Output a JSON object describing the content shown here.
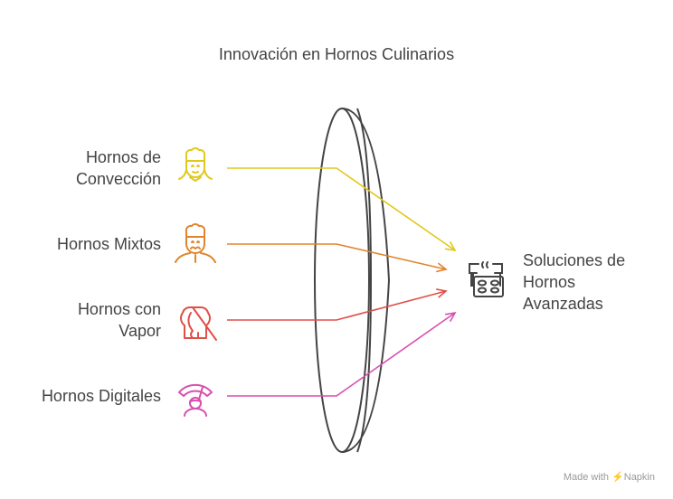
{
  "title": "Innovación en Hornos Culinarios",
  "inputs": [
    {
      "label_lines": [
        "Hornos de",
        "Convección"
      ],
      "color": "#e2c81c",
      "icon": "female-chef-icon"
    },
    {
      "label_lines": [
        "Hornos Mixtos"
      ],
      "color": "#e0852c",
      "icon": "male-chef-icon"
    },
    {
      "label_lines": [
        "Hornos con",
        "Vapor"
      ],
      "color": "#e05048",
      "icon": "chef-hat-spatula-icon"
    },
    {
      "label_lines": [
        "Hornos Digitales"
      ],
      "color": "#d84fb0",
      "icon": "digital-chef-icon"
    }
  ],
  "output": {
    "label_lines": [
      "Soluciones de",
      "Hornos",
      "Avanzadas"
    ],
    "color": "#444444",
    "icon": "stovetop-icon"
  },
  "footer": {
    "made_with": "Made with",
    "brand": "Napkin"
  }
}
